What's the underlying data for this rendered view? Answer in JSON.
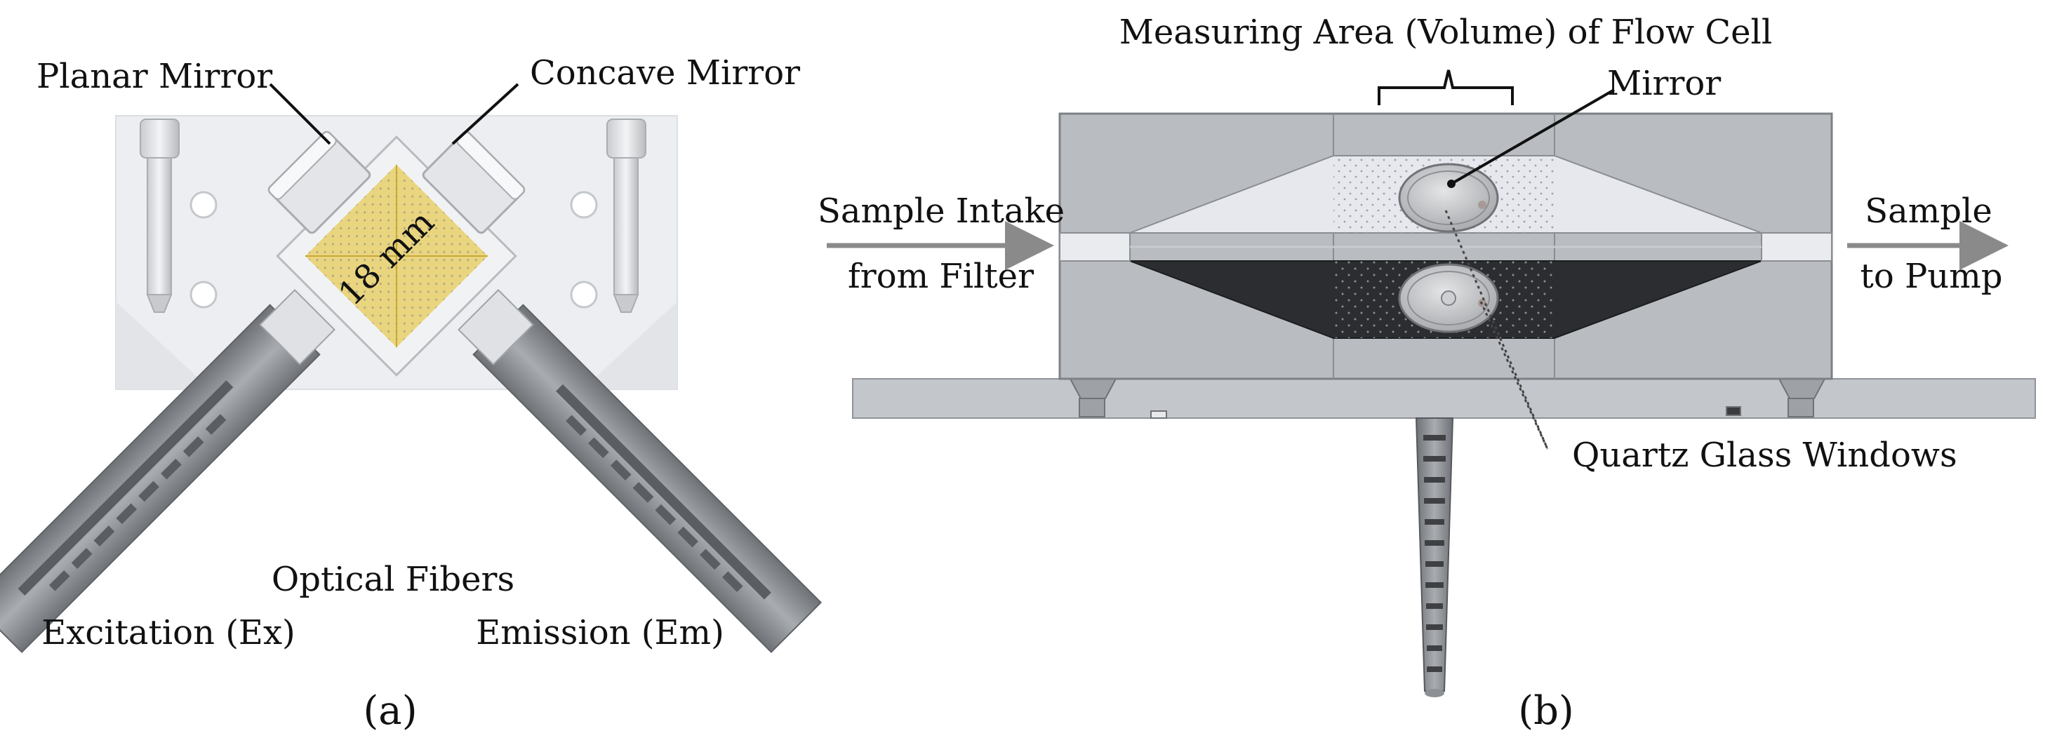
{
  "panel_a": {
    "planar_mirror_label": "Planar Mirror",
    "concave_mirror_label": "Concave Mirror",
    "size_label": "18 mm",
    "optical_fibers_label": "Optical Fibers",
    "excitation_label": "Excitation (Ex)",
    "emission_label": "Emission (Em)",
    "caption": "(a)"
  },
  "panel_b": {
    "measuring_area_label": "Measuring Area (Volume) of Flow Cell",
    "mirror_label": "Mirror",
    "sample_intake_line1": "Sample Intake",
    "sample_intake_line2": "from Filter",
    "sample_out_line1": "Sample",
    "sample_out_line2": "to Pump",
    "quartz_label": "Quartz Glass Windows",
    "caption": "(b)"
  },
  "colors": {
    "housing_gray": "#b9bcc0",
    "dark_chamber": "#2c2d30",
    "light_chamber": "#e6e8ee",
    "cuvette_yellow": "#e9d06a",
    "fiber_gray": "#8c8f93",
    "arrow_gray": "#8a8a8a"
  }
}
